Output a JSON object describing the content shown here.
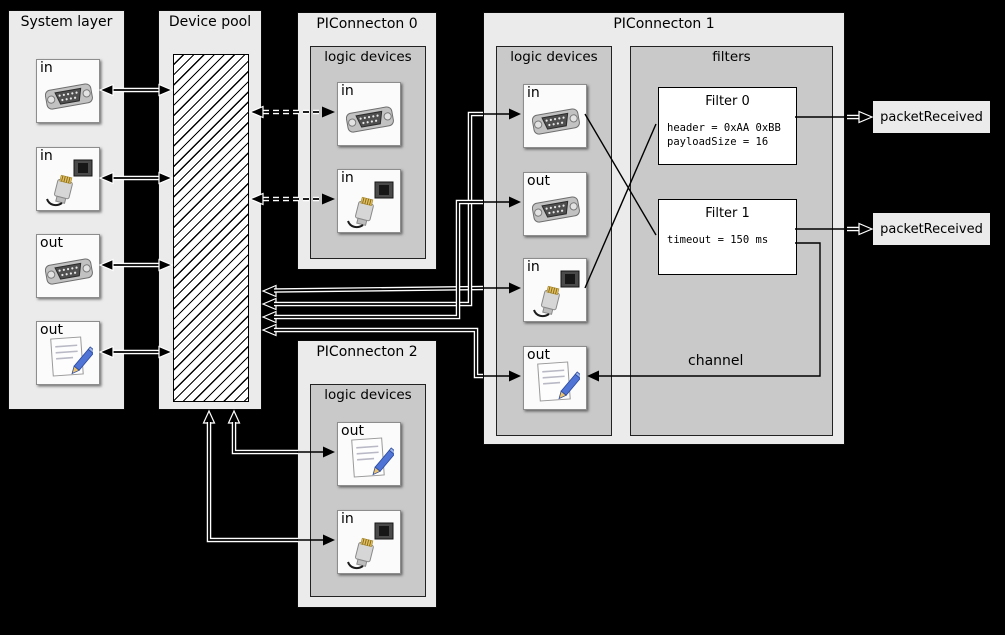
{
  "system_layer": {
    "title": "System layer",
    "devices": [
      {
        "label": "in",
        "icon": "serial-port-icon"
      },
      {
        "label": "in",
        "icon": "ethernet-plug-icon"
      },
      {
        "label": "out",
        "icon": "serial-port-icon"
      },
      {
        "label": "out",
        "icon": "notepad-icon"
      }
    ]
  },
  "device_pool": {
    "title": "Device pool"
  },
  "piconnecton0": {
    "title": "PIConnecton 0",
    "group_label": "logic devices",
    "devices": [
      {
        "label": "in",
        "icon": "serial-port-icon"
      },
      {
        "label": "in",
        "icon": "ethernet-plug-icon"
      }
    ]
  },
  "piconnecton1": {
    "title": "PIConnecton 1",
    "group_label": "logic devices",
    "filters_label": "filters",
    "channel_label": "channel",
    "devices": [
      {
        "label": "in",
        "icon": "serial-port-icon"
      },
      {
        "label": "out",
        "icon": "serial-port-icon"
      },
      {
        "label": "in",
        "icon": "ethernet-plug-icon"
      },
      {
        "label": "out",
        "icon": "notepad-icon"
      }
    ],
    "filters": [
      {
        "name": "Filter 0",
        "lines": [
          "header = 0xAA 0xBB",
          "payloadSize = 16"
        ]
      },
      {
        "name": "Filter 1",
        "lines": [
          "timeout = 150 ms"
        ]
      }
    ]
  },
  "piconnecton2": {
    "title": "PIConnecton 2",
    "group_label": "logic devices",
    "devices": [
      {
        "label": "out",
        "icon": "notepad-icon"
      },
      {
        "label": "in",
        "icon": "ethernet-plug-icon"
      }
    ]
  },
  "outputs": [
    {
      "label": "packetReceived"
    },
    {
      "label": "packetReceived"
    }
  ]
}
